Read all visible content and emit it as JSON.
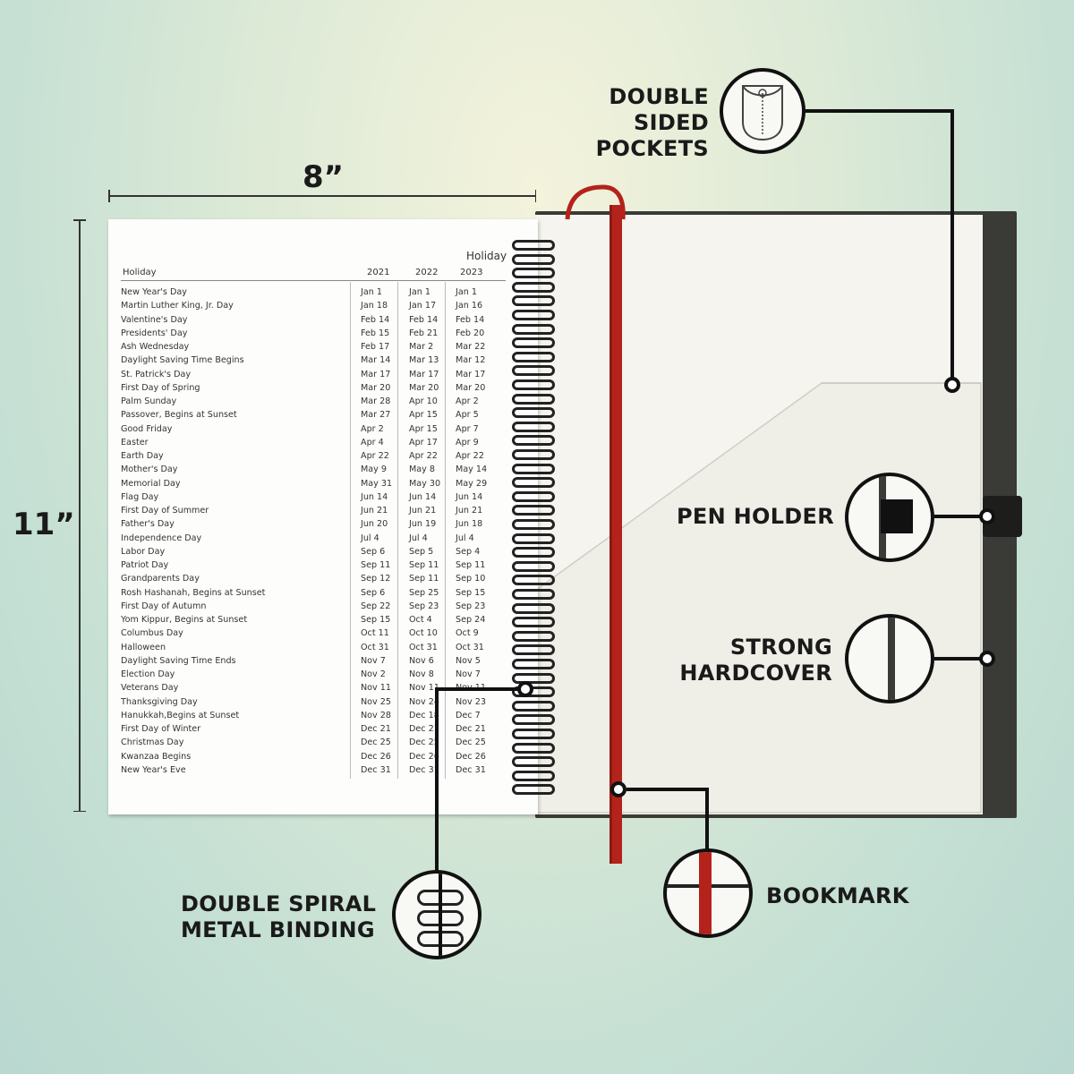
{
  "dimensions": {
    "width_label": "8”",
    "height_label": "11”"
  },
  "callouts": {
    "pockets": [
      "DOUBLE SIDED",
      "POCKETS"
    ],
    "pen_holder": "PEN HOLDER",
    "hardcover": [
      "STRONG",
      "HARDCOVER"
    ],
    "bookmark": "BOOKMARK",
    "binding": [
      "DOUBLE SPIRAL",
      "METAL BINDING"
    ]
  },
  "planner_page": {
    "corner_title": "Holiday",
    "columns": [
      "Holiday",
      "2021",
      "2022",
      "2023"
    ],
    "rows": [
      [
        "New Year's Day",
        "Jan 1",
        "Jan 1",
        "Jan 1"
      ],
      [
        "Martin Luther King, Jr. Day",
        "Jan 18",
        "Jan 17",
        "Jan 16"
      ],
      [
        "Valentine's Day",
        "Feb 14",
        "Feb 14",
        "Feb 14"
      ],
      [
        "Presidents' Day",
        "Feb 15",
        "Feb 21",
        "Feb 20"
      ],
      [
        "Ash Wednesday",
        "Feb 17",
        "Mar 2",
        "Mar 22"
      ],
      [
        "Daylight Saving Time Begins",
        "Mar 14",
        "Mar 13",
        "Mar 12"
      ],
      [
        "St. Patrick's Day",
        "Mar 17",
        "Mar 17",
        "Mar 17"
      ],
      [
        "First Day of Spring",
        "Mar 20",
        "Mar 20",
        "Mar 20"
      ],
      [
        "Palm Sunday",
        "Mar 28",
        "Apr 10",
        "Apr 2"
      ],
      [
        "Passover, Begins at Sunset",
        "Mar 27",
        "Apr 15",
        "Apr 5"
      ],
      [
        "Good Friday",
        "Apr 2",
        "Apr 15",
        "Apr 7"
      ],
      [
        "Easter",
        "Apr 4",
        "Apr 17",
        "Apr 9"
      ],
      [
        "Earth Day",
        "Apr 22",
        "Apr 22",
        "Apr 22"
      ],
      [
        "Mother's Day",
        "May 9",
        "May 8",
        "May 14"
      ],
      [
        "Memorial Day",
        "May 31",
        "May 30",
        "May 29"
      ],
      [
        "Flag Day",
        "Jun 14",
        "Jun 14",
        "Jun 14"
      ],
      [
        "First Day of Summer",
        "Jun 21",
        "Jun 21",
        "Jun 21"
      ],
      [
        "Father's Day",
        "Jun 20",
        "Jun 19",
        "Jun 18"
      ],
      [
        "Independence Day",
        "Jul 4",
        "Jul 4",
        "Jul 4"
      ],
      [
        "Labor Day",
        "Sep 6",
        "Sep 5",
        "Sep 4"
      ],
      [
        "Patriot Day",
        "Sep 11",
        "Sep 11",
        "Sep 11"
      ],
      [
        "Grandparents Day",
        "Sep 12",
        "Sep 11",
        "Sep 10"
      ],
      [
        "Rosh Hashanah, Begins at Sunset",
        "Sep 6",
        "Sep 25",
        "Sep 15"
      ],
      [
        "First Day of Autumn",
        "Sep 22",
        "Sep 23",
        "Sep 23"
      ],
      [
        "Yom Kippur, Begins at Sunset",
        "Sep 15",
        "Oct 4",
        "Sep 24"
      ],
      [
        "Columbus Day",
        "Oct 11",
        "Oct 10",
        "Oct 9"
      ],
      [
        "Halloween",
        "Oct 31",
        "Oct 31",
        "Oct 31"
      ],
      [
        "Daylight Saving Time Ends",
        "Nov 7",
        "Nov 6",
        "Nov 5"
      ],
      [
        "Election Day",
        "Nov 2",
        "Nov 8",
        "Nov 7"
      ],
      [
        "Veterans Day",
        "Nov 11",
        "Nov 11",
        "Nov 11"
      ],
      [
        "Thanksgiving Day",
        "Nov 25",
        "Nov 24",
        "Nov 23"
      ],
      [
        "Hanukkah,Begins at Sunset",
        "Nov 28",
        "Dec 18",
        "Dec 7"
      ],
      [
        "First Day of Winter",
        "Dec 21",
        "Dec 21",
        "Dec 21"
      ],
      [
        "Christmas Day",
        "Dec 25",
        "Dec 25",
        "Dec 25"
      ],
      [
        "Kwanzaa Begins",
        "Dec 26",
        "Dec 26",
        "Dec 26"
      ],
      [
        "New Year's Eve",
        "Dec 31",
        "Dec 31",
        "Dec 31"
      ]
    ]
  },
  "colors": {
    "ribbon": "#b3231b",
    "cover": "#3a3a36",
    "ink": "#111111"
  }
}
